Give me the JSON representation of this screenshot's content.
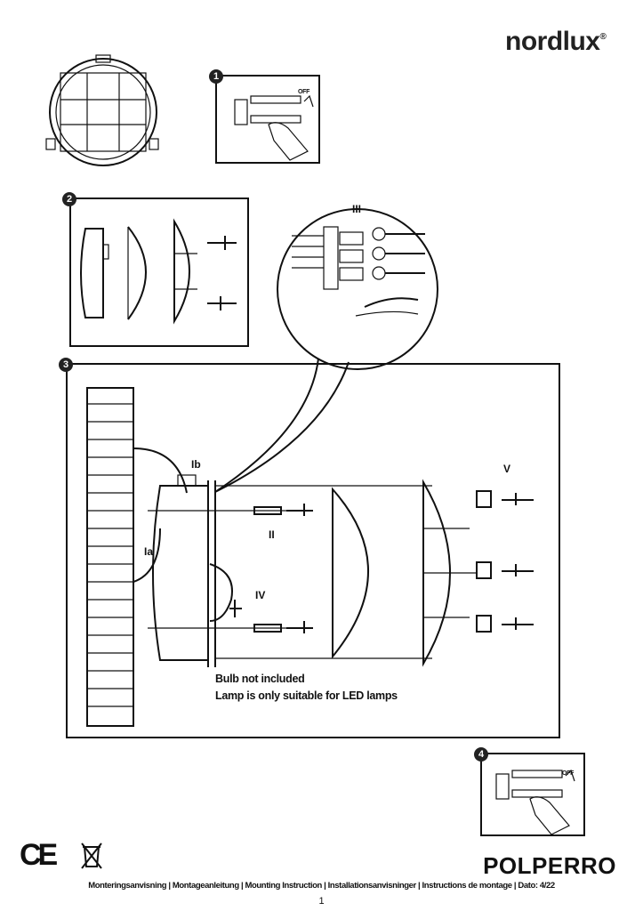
{
  "brand": {
    "name": "nordlux",
    "mark": "®"
  },
  "steps": [
    "1",
    "2",
    "3",
    "4"
  ],
  "labels": {
    "off_1": "OFF",
    "off_4": "OFF",
    "wiring": "III",
    "cable_a": "Ia",
    "cable_b": "Ib",
    "screws": "II",
    "bulb": "IV",
    "screw_caps": "V"
  },
  "notes": {
    "bulb_not_included": "Bulb not included",
    "led_only": "Lamp is only suitable for LED lamps"
  },
  "product": "POLPERRO",
  "certifications": {
    "ce": "CE",
    "weee": "crossed-bin-icon"
  },
  "footer": "Monteringsanvisning | Montageanleitung | Mounting Instruction | Installationsanvisninger | Instructions de montage | Dato: 4/22",
  "page_number": "1"
}
